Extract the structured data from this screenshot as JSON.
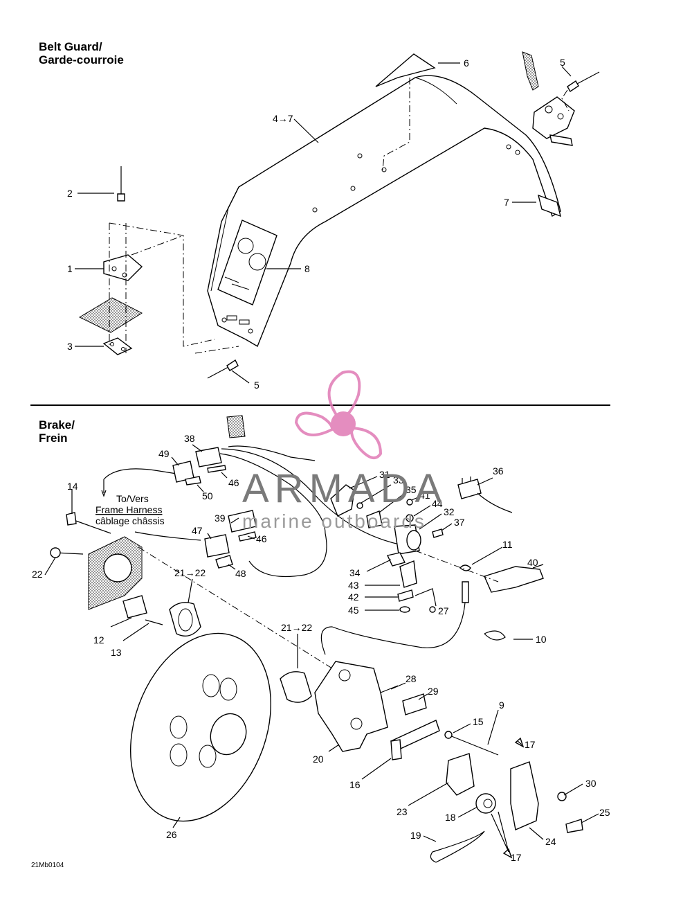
{
  "sections": {
    "belt_guard_title": "Belt Guard/",
    "belt_guard_title_fr": "Garde-courroie",
    "brake_title": "Brake/",
    "brake_title_fr": "Frein"
  },
  "annotation": {
    "to": "To/Vers",
    "frame_harness": "Frame Harness",
    "cablage": "câblage châssis"
  },
  "watermark": {
    "name": "ARMADA",
    "sub": "marine outboards",
    "color": "#e07ab5"
  },
  "drawing_code": "21Mb0104",
  "callouts": {
    "c6": "6",
    "c5a": "5",
    "c4": "4→7",
    "c2": "2",
    "c7": "7",
    "c1": "1",
    "c8": "8",
    "c3": "3",
    "c5b": "5",
    "c38": "38",
    "c49": "49",
    "c46a": "46",
    "c50": "50",
    "c31": "31",
    "c33": "33",
    "c35": "35",
    "c41": "41",
    "c44": "44",
    "c32": "32",
    "c37": "37",
    "c36": "36",
    "c14": "14",
    "c39": "39",
    "c47": "47",
    "c46b": "46",
    "c48": "48",
    "c22": "22",
    "c21a": "21→22",
    "c11": "11",
    "c40": "40",
    "c34": "34",
    "c43": "43",
    "c42": "42",
    "c45": "45",
    "c27": "27",
    "c12": "12",
    "c13": "13",
    "c10": "10",
    "c21b": "21→22",
    "c28": "28",
    "c29": "29",
    "c9": "9",
    "c15": "15",
    "c17a": "17",
    "c20": "20",
    "c16": "16",
    "c30": "30",
    "c23": "23",
    "c18": "18",
    "c25": "25",
    "c26": "26",
    "c24": "24",
    "c19": "19",
    "c17b": "17"
  }
}
